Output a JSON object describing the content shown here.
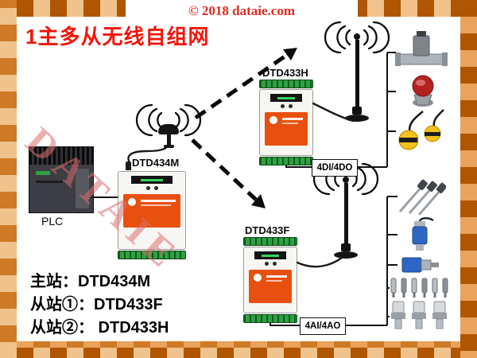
{
  "header": {
    "copyright": "© 2018 dataie.com"
  },
  "diagram": {
    "title": "1主多从无线自组网",
    "watermark": "DATAIE",
    "plc_label": "PLC",
    "master_label": "DTD434M",
    "slave_top_label": "DTD433H",
    "slave_top_io": "4DI/4DO",
    "slave_bottom_label": "DTD433F",
    "slave_bottom_io": "4AI/4AO"
  },
  "legend": {
    "line1": "主站：DTD434M",
    "line2": "从站①：DTD433F",
    "line3": "从站②： DTD433H"
  },
  "icons": {
    "top_group": [
      "solenoid-valve",
      "push-button",
      "float-switch"
    ],
    "bottom_group": [
      "temperature-probes",
      "submersible-level-sensor",
      "pressure-sensor",
      "probe-set",
      "pressure-transmitters"
    ]
  },
  "colors": {
    "accent_red": "#f2150a",
    "copyright_red": "#e02b20",
    "device_orange": "#e8500f",
    "terminal_green": "#2fa043",
    "frame_dark": "#b05500",
    "frame_mid": "#cf7a26",
    "frame_light": "#e9a35c"
  }
}
